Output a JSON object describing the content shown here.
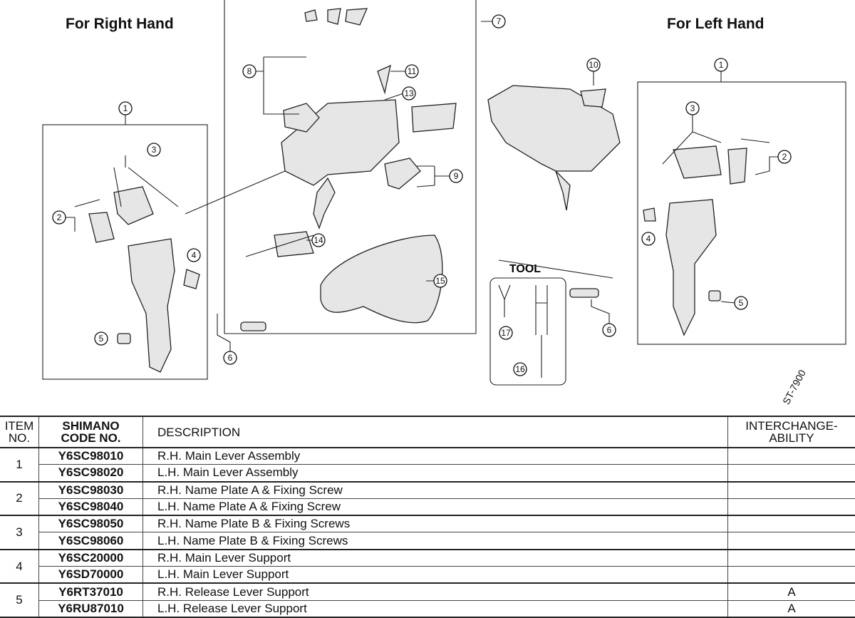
{
  "titles": {
    "right_hand": "For Right Hand",
    "left_hand": "For Left Hand",
    "tool": "TOOL",
    "model": "ST-7900"
  },
  "callouts": {
    "r1": "1",
    "r2": "2",
    "r3": "3",
    "r4": "4",
    "r5": "5",
    "r6": "6",
    "c7": "7",
    "c8": "8",
    "c9": "9",
    "c11": "11",
    "c13": "13",
    "c14": "14",
    "c15": "15",
    "l1": "1",
    "l2": "2",
    "l3": "3",
    "l4": "4",
    "l5": "5",
    "l6": "6",
    "l10": "10",
    "t16": "16",
    "t17": "17"
  },
  "table": {
    "headers": {
      "item_1": "ITEM",
      "item_2": "NO.",
      "code_1": "SHIMANO",
      "code_2": "CODE NO.",
      "desc": "DESCRIPTION",
      "inter_1": "INTERCHANGE-",
      "inter_2": "ABILITY"
    },
    "rows": [
      {
        "item": "1",
        "code": "Y6SC98010",
        "desc": "R.H. Main Lever Assembly",
        "inter": ""
      },
      {
        "item": "1",
        "code": "Y6SC98020",
        "desc": "L.H. Main Lever Assembly",
        "inter": ""
      },
      {
        "item": "2",
        "code": "Y6SC98030",
        "desc": "R.H. Name Plate A & Fixing Screw",
        "inter": ""
      },
      {
        "item": "2",
        "code": "Y6SC98040",
        "desc": "L.H. Name Plate A & Fixing Screw",
        "inter": ""
      },
      {
        "item": "3",
        "code": "Y6SC98050",
        "desc": "R.H. Name Plate B & Fixing Screws",
        "inter": ""
      },
      {
        "item": "3",
        "code": "Y6SC98060",
        "desc": "L.H. Name Plate B & Fixing Screws",
        "inter": ""
      },
      {
        "item": "4",
        "code": "Y6SC20000",
        "desc": "R.H. Main Lever Support",
        "inter": ""
      },
      {
        "item": "4",
        "code": "Y6SD70000",
        "desc": "L.H. Main Lever Support",
        "inter": ""
      },
      {
        "item": "5",
        "code": "Y6RT37010",
        "desc": "R.H. Release Lever Support",
        "inter": "A"
      },
      {
        "item": "5",
        "code": "Y6RU87010",
        "desc": "L.H. Release Lever Support",
        "inter": "A"
      }
    ]
  }
}
